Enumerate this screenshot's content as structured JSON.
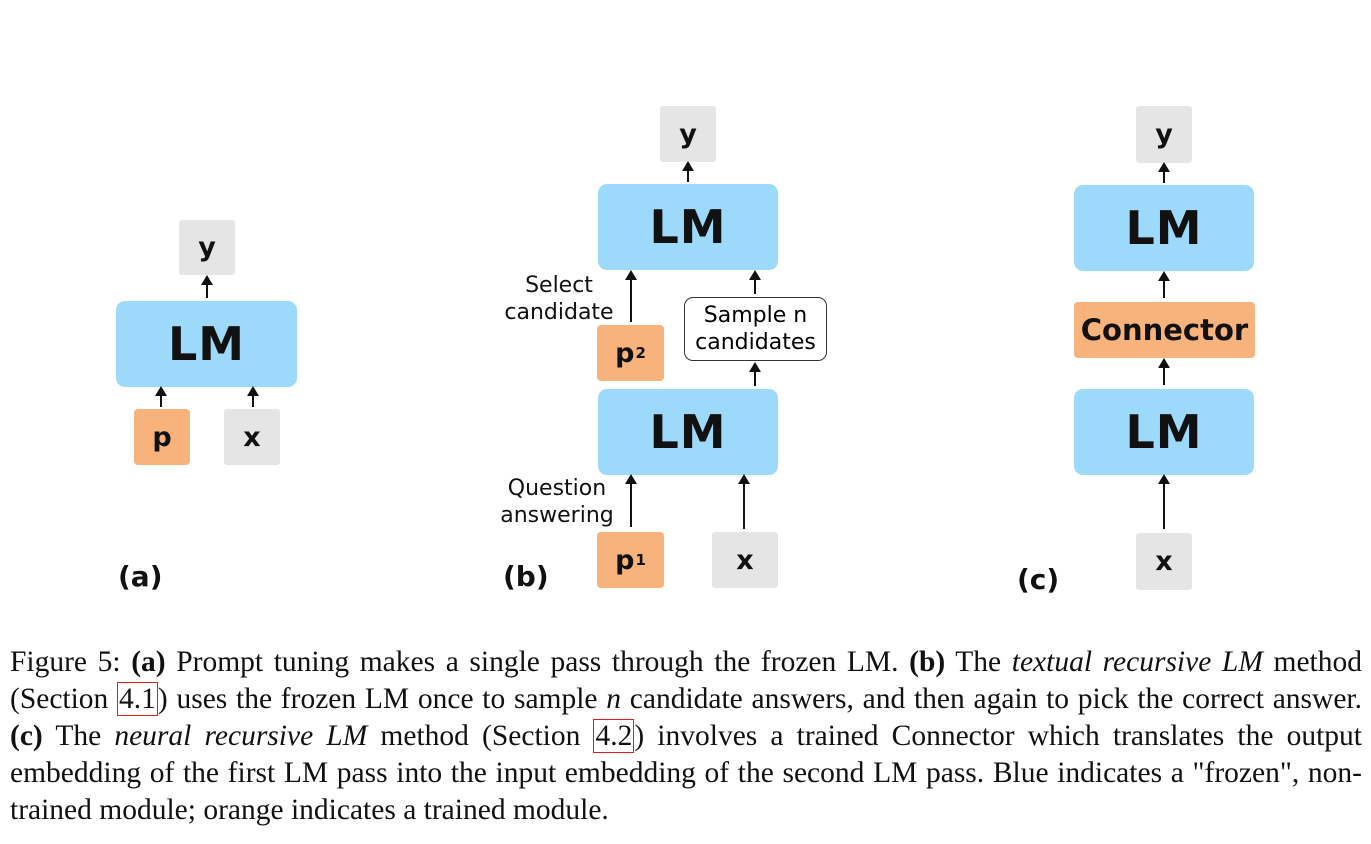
{
  "panel_a": {
    "label": "(a)",
    "lm": "LM",
    "y": "y",
    "p": "p",
    "x": "x"
  },
  "panel_b": {
    "label": "(b)",
    "lm_top": "LM",
    "lm_bottom": "LM",
    "y": "y",
    "x": "x",
    "p2_main": "p",
    "p2_sub": "2",
    "p1_main": "p",
    "p1_sub": "1",
    "select_line1": "Select",
    "select_line2": "candidate",
    "sample_line1": "Sample n",
    "sample_line2": "candidates",
    "question_line1": "Question",
    "question_line2": "answering"
  },
  "panel_c": {
    "label": "(c)",
    "lm_top": "LM",
    "lm_bottom": "LM",
    "connector": "Connector",
    "y": "y",
    "x": "x"
  },
  "caption": {
    "prefix": "Figure 5: ",
    "a_tag": "(a)",
    "a_text": " Prompt tuning makes a single pass through the frozen LM. ",
    "b_tag": "(b)",
    "b_text1": " The ",
    "b_italic": "textual recursive LM",
    "b_text2": " method (Section ",
    "ref1": "4.1",
    "b_text3": ") uses the frozen LM once to sample ",
    "n_var": "n",
    "b_text4": " candidate answers, and then again to pick the correct answer. ",
    "c_tag": "(c)",
    "c_text1": " The ",
    "c_italic": "neural recursive LM",
    "c_text2": " method (Section ",
    "ref2": "4.2",
    "c_text3": ") involves a trained Connector which translates the output embedding of the first LM pass into the input embedding of the second LM pass. Blue indicates a \"frozen\", non-trained module; orange indicates a trained module."
  },
  "colors": {
    "frozen_blue": "#9dd9fb",
    "trained_orange": "#f8b37c",
    "io_gray": "#e5e5e5",
    "ref_red": "#e01b1b"
  }
}
